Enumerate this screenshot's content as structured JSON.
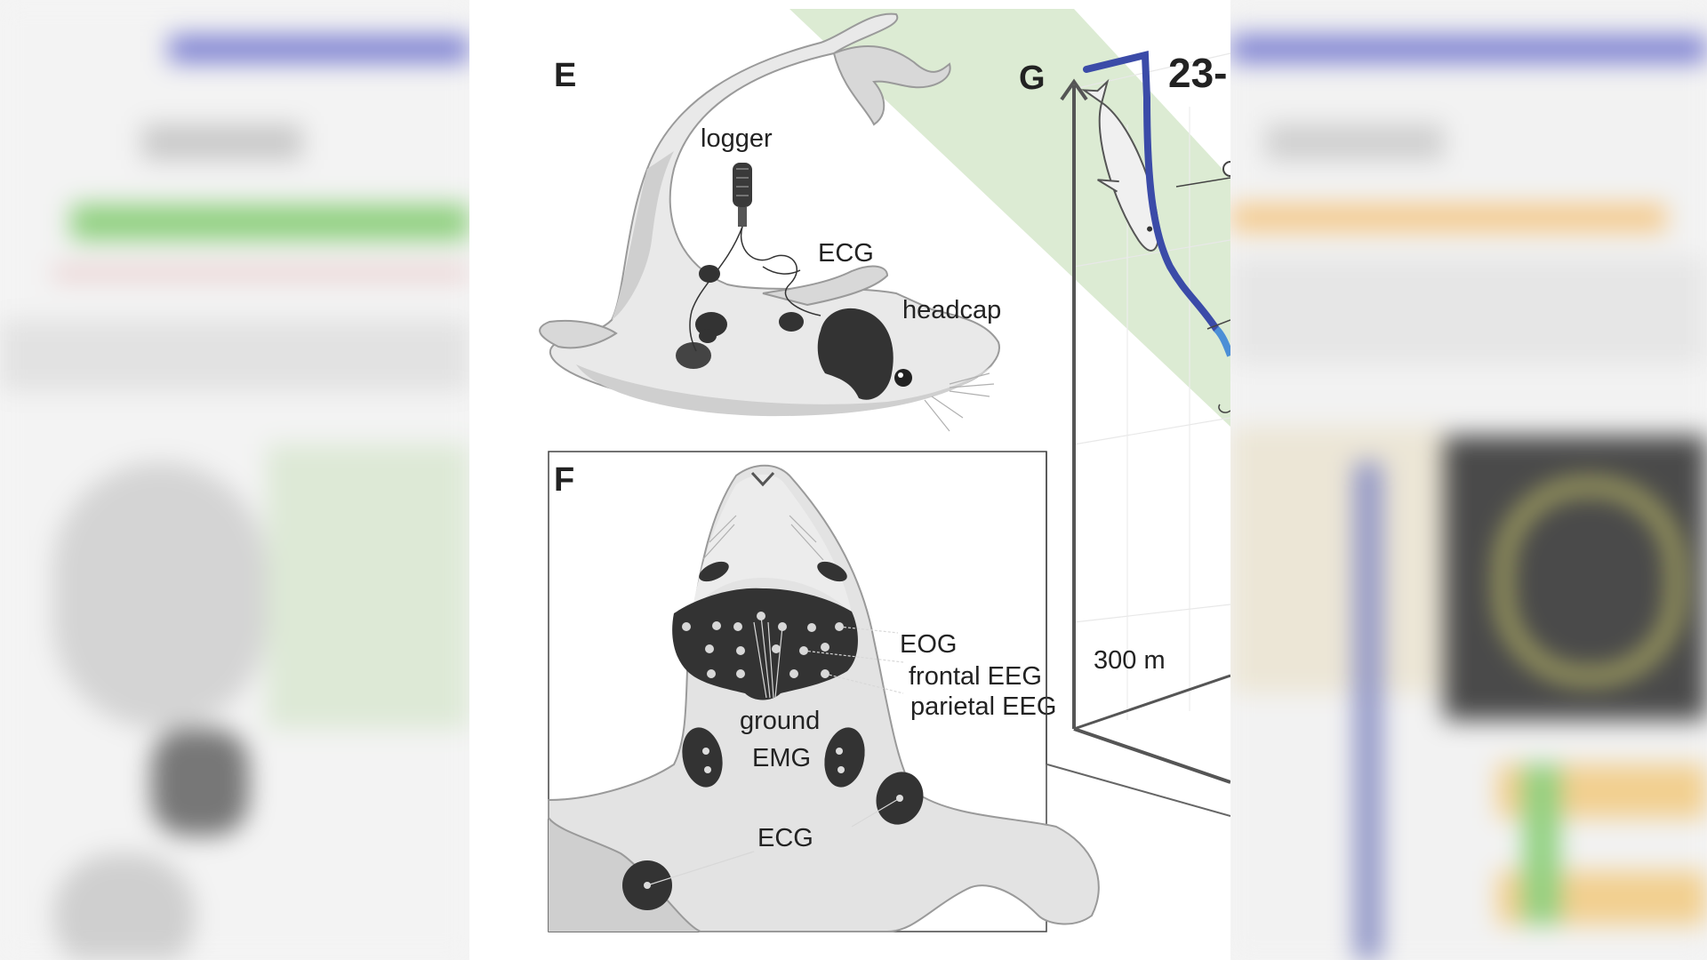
{
  "panels": {
    "e": {
      "letter": "E",
      "labels": {
        "logger": "logger",
        "ecg": "ECG",
        "headcap": "headcap"
      }
    },
    "f": {
      "letter": "F",
      "labels": {
        "eog": "EOG",
        "frontal_eeg": "frontal EEG",
        "parietal_eeg": "parietal EEG",
        "ground": "ground",
        "emg": "EMG",
        "ecg": "ECG"
      }
    },
    "g": {
      "letter": "G",
      "heading": "23-",
      "depth_label": "300 m"
    }
  },
  "colors": {
    "seal_light": "#e9e9e9",
    "seal_mid": "#cfcfcf",
    "electrode": "#333333",
    "green_shade": "#dcebd3",
    "track_dark": "#3b4ba8",
    "track_light": "#4c8fd6",
    "axis": "#555555"
  }
}
